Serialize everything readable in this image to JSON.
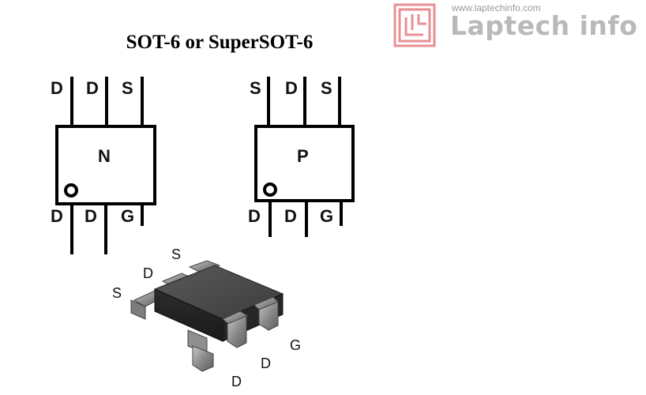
{
  "title": "SOT-6 or SuperSOT-6",
  "watermark": {
    "url": "www.laptechinfo.com",
    "brand": "Laptech info",
    "logo_color": "#e88f94"
  },
  "symbol_n": {
    "channel": "N",
    "top_pins": [
      "D",
      "D",
      "S"
    ],
    "bottom_pins": [
      "D",
      "D",
      "G"
    ]
  },
  "symbol_p": {
    "channel": "P",
    "top_pins": [
      "S",
      "D",
      "S"
    ],
    "bottom_pins": [
      "D",
      "D",
      "G"
    ]
  },
  "package": {
    "top_pins": [
      "S",
      "D",
      "S"
    ],
    "bottom_pins": [
      "D",
      "D",
      "G"
    ]
  }
}
